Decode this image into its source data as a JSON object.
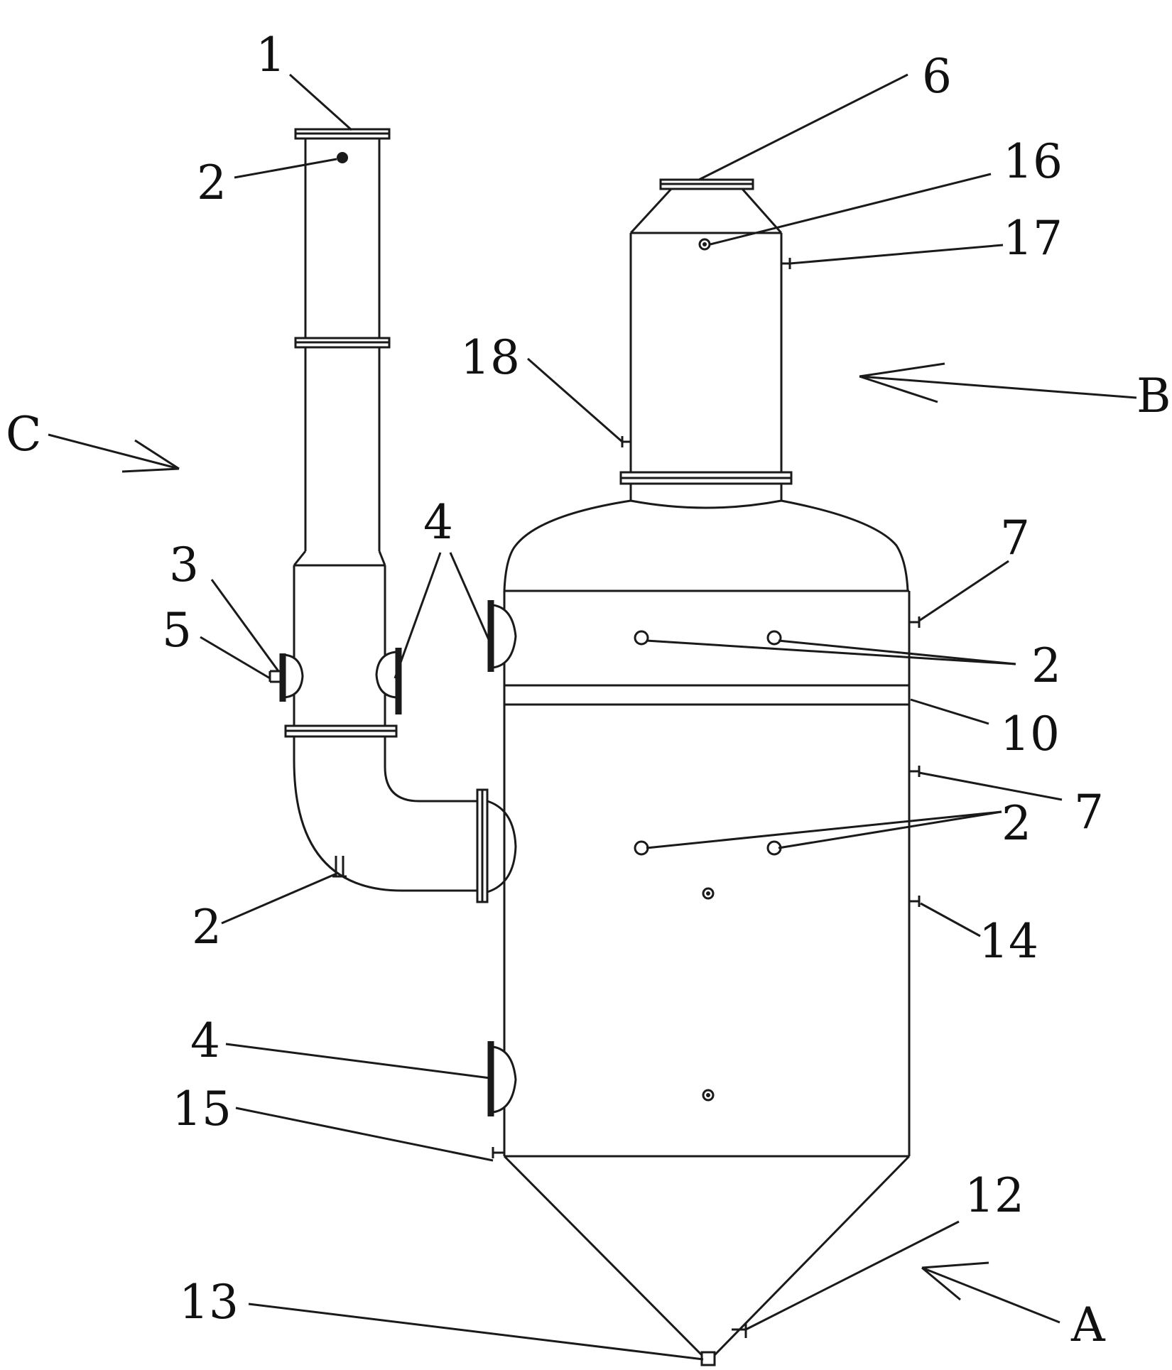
{
  "labels": {
    "n1": "1",
    "n2_chimney": "2",
    "n3": "3",
    "n5": "5",
    "n4_upper": "4",
    "n2_elbow": "2",
    "n4_lower": "4",
    "n15": "15",
    "n13": "13",
    "n6": "6",
    "n16": "16",
    "n17": "17",
    "n18": "18",
    "n7_upper": "7",
    "n2_upper_right": "2",
    "n10": "10",
    "n7_lower": "7",
    "n2_lower_right": "2",
    "n14": "14",
    "n12": "12"
  },
  "views": {
    "a": "A",
    "b": "B",
    "c": "C"
  },
  "colors": {
    "line": "#1a1a1a",
    "background": "#ffffff"
  }
}
